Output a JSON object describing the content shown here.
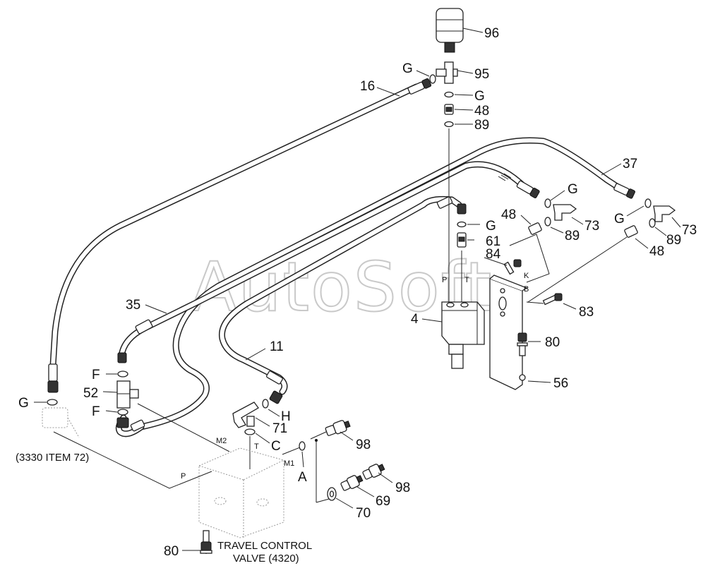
{
  "watermark": "AutoSoft",
  "callouts": {
    "c96": "96",
    "c95": "95",
    "cG1": "G",
    "cG2": "G",
    "c48a": "48",
    "c89a": "89",
    "c16": "16",
    "c37": "37",
    "cG3": "G",
    "cG4": "G",
    "c73a": "73",
    "c73b": "73",
    "c48b": "48",
    "cG5": "G",
    "c89b": "89",
    "c89c": "89",
    "c61": "61",
    "c48c": "48",
    "c84": "84",
    "c83": "83",
    "c35": "35",
    "c4": "4",
    "c80a": "80",
    "c56": "56",
    "c11": "11",
    "cF1": "F",
    "c52": "52",
    "cF2": "F",
    "cG6": "G",
    "cH": "H",
    "c71": "71",
    "cC": "C",
    "c98a": "98",
    "cA": "A",
    "c98b": "98",
    "c69": "69",
    "c70": "70",
    "c80b": "80"
  },
  "port_labels": {
    "P1": "P",
    "T1": "T",
    "K": "K",
    "B": "B",
    "M2": "M2",
    "T2": "T",
    "M1": "M1",
    "P2": "P"
  },
  "notes": {
    "ref3330": "(3330 ITEM 72)",
    "valve_line1": "TRAVEL CONTROL",
    "valve_line2": "VALVE (4320)"
  }
}
